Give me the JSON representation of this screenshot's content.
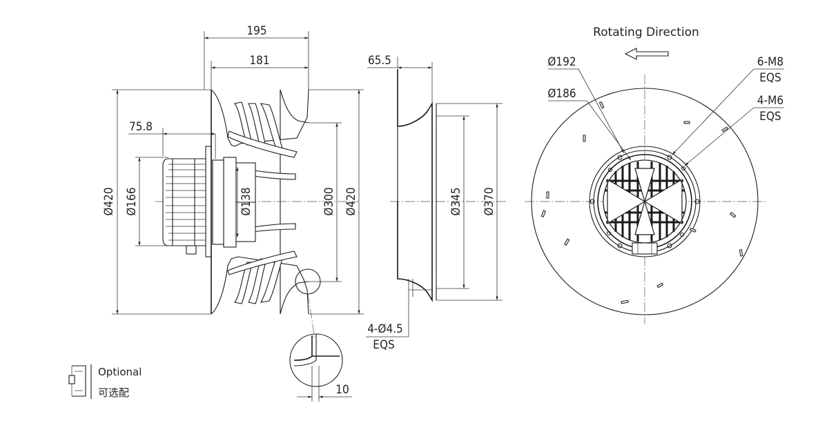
{
  "title": "Rotating Direction",
  "side_view": {
    "dim_overall_width": "195",
    "dim_impeller_width": "181",
    "dim_motor_offset": "75.8",
    "dim_overall_dia": "Ø420",
    "dim_motor_dia": "Ø166",
    "dim_hub_dia": "Ø138",
    "dim_inlet_dia": "Ø300",
    "dim_outer_dia": "Ø420"
  },
  "inlet_ring": {
    "dim_depth": "65.5",
    "dim_inner_dia": "Ø345",
    "dim_outer_dia": "Ø370",
    "holes_label": "4-Ø4.5",
    "holes_eqs": "EQS"
  },
  "front_view": {
    "rotating_direction": "Rotating Direction",
    "dim_bolt_circle_outer": "Ø192",
    "dim_bolt_circle_inner": "Ø186",
    "bolts_outer": "6-M8",
    "bolts_outer_eqs": "EQS",
    "bolts_inner": "4-M6",
    "bolts_inner_eqs": "EQS"
  },
  "detail": {
    "dim": "10"
  },
  "legend": {
    "optional_en": "Optional",
    "optional_zh": "可选配"
  }
}
